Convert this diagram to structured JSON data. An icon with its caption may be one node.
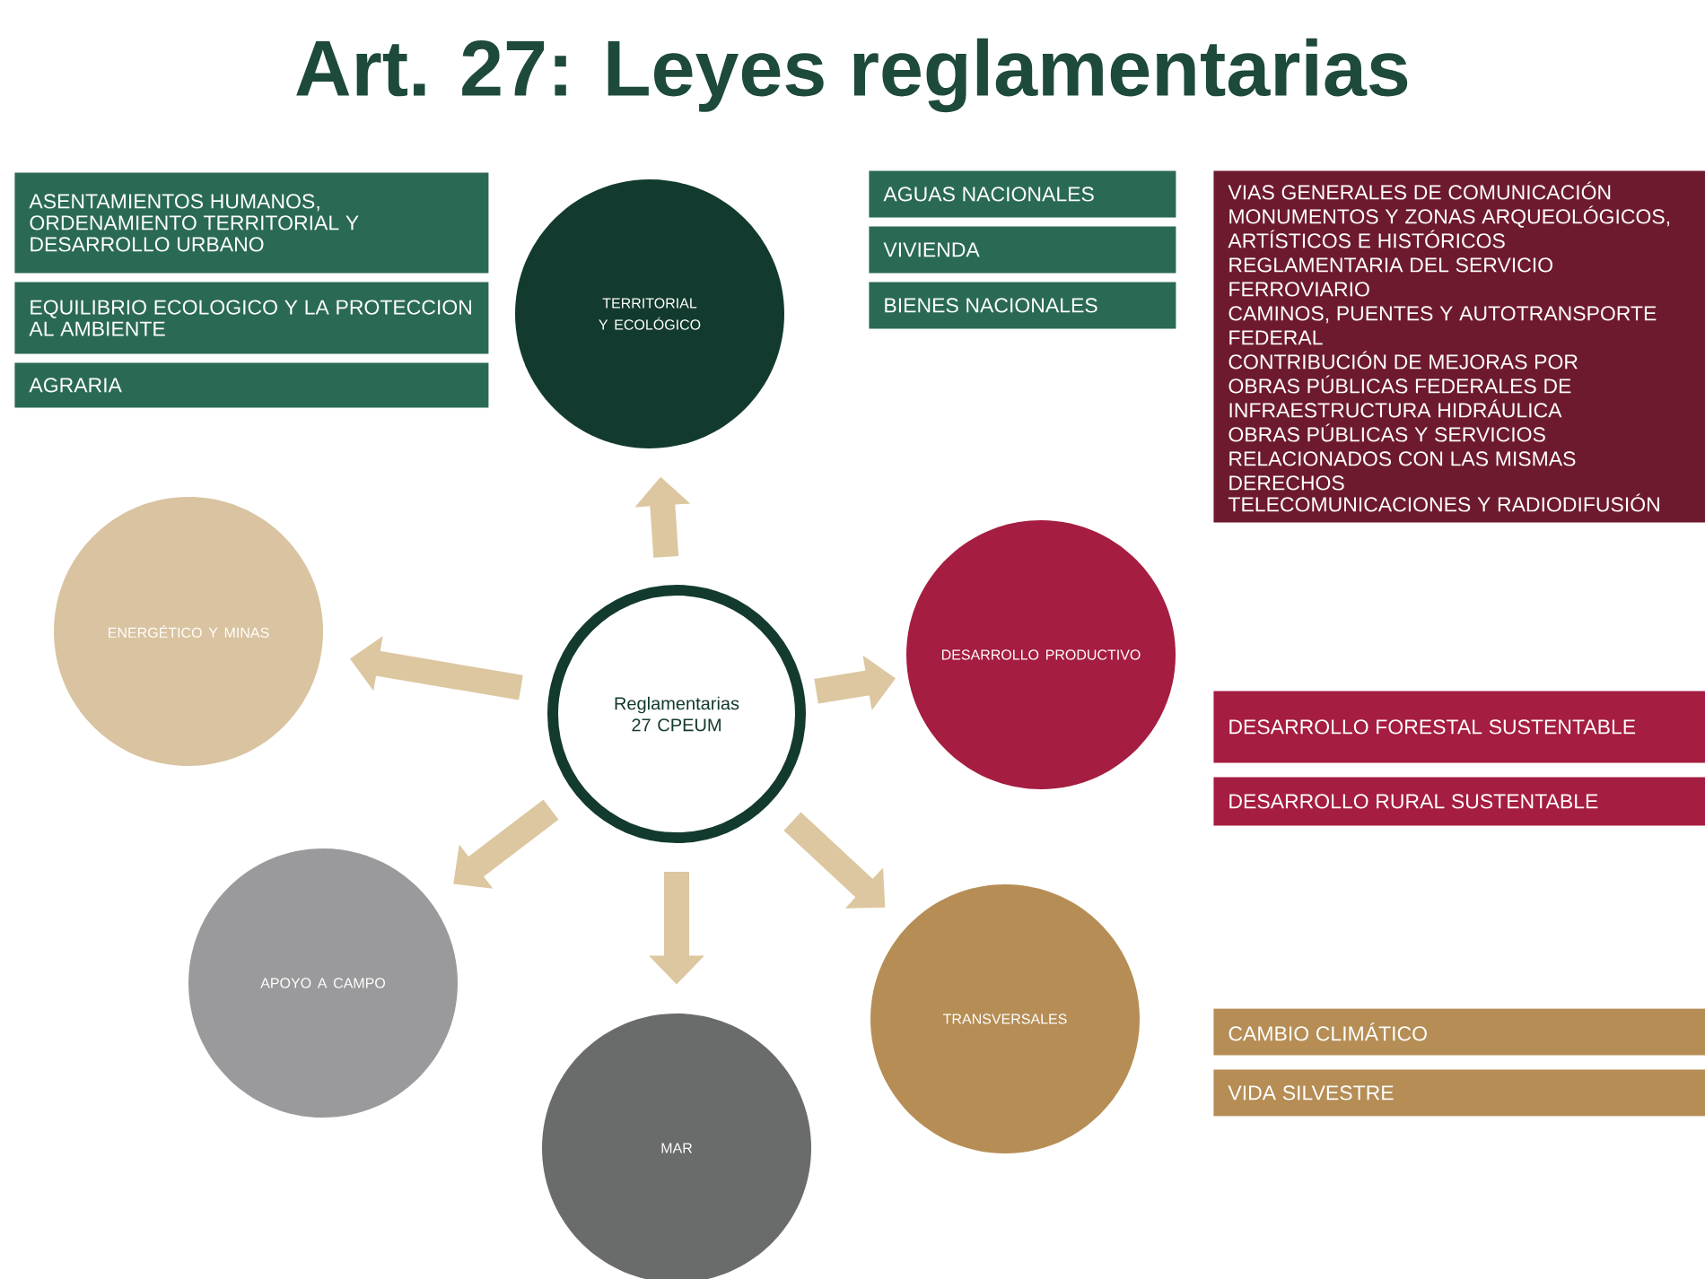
{
  "diagram": {
    "title": "Art. 27: Leyes reglamentarias",
    "nodes": [
      {
        "text": [
          "Reglamentarias 27 CPEUM"
        ]
      },
      {
        "text": [
          "TERRITORIAL Y ECOLÓGICO"
        ]
      },
      {
        "text": [
          "DESARROLLO PRODUCTIVO"
        ]
      },
      {
        "text": [
          "TRANSVERSALES"
        ]
      },
      {
        "text": [
          "MAR"
        ]
      },
      {
        "text": [
          "APOYO A CAMPO"
        ]
      },
      {
        "text": [
          "ENERGÉTICO Y MINAS"
        ]
      },
      {
        "text": [
          "ASENTAMIENTOS HUMANOS, ORDENAMIENTO TERRITORIAL Y DESARROLLO URBANO"
        ]
      },
      {
        "text": [
          "EQUILIBRIO ECOLOGICO Y LA PROTECCION AL AMBIENTE"
        ]
      },
      {
        "text": [
          "AGRARIA"
        ]
      },
      {
        "text": [
          "AGUAS NACIONALES"
        ]
      },
      {
        "text": [
          "VIVIENDA"
        ]
      },
      {
        "text": [
          "BIENES NACIONALES"
        ]
      },
      {
        "text": [
          "VIAS GENERALES DE COMUNICACIÓN",
          "MONUMENTOS Y ZONAS ARQUEOLÓGICOS, ARTÍSTICOS E HISTÓRICOS",
          "REGLAMENTARIA DEL SERVICIO FERROVIARIO",
          "CAMINOS, PUENTES Y AUTOTRANSPORTE FEDERAL",
          "CONTRIBUCIÓN DE MEJORAS POR OBRAS PÚBLICAS FEDERALES DE INFRAESTRUCTURA HIDRÁULICA",
          "OBRAS PÚBLICAS Y SERVICIOS RELACIONADOS CON LAS MISMAS",
          "DERECHOS",
          "TELECOMUNICACIONES Y RADIODIFUSIÓN"
        ]
      },
      {
        "text": [
          "DESARROLLO FORESTAL SUSTENTABLE"
        ]
      },
      {
        "text": [
          "DESARROLLO RURAL SUSTENTABLE"
        ]
      },
      {
        "text": [
          "CAMBIO CLIMÁTICO"
        ]
      },
      {
        "text": [
          "VIDA SILVESTRE"
        ]
      }
    ],
    "edges": [
      {
        "from": 0,
        "to": 1,
        "arrow": "to"
      },
      {
        "from": 0,
        "to": 2,
        "arrow": "to"
      },
      {
        "from": 0,
        "to": 3,
        "arrow": "to"
      },
      {
        "from": 0,
        "to": 4,
        "arrow": "to"
      },
      {
        "from": 0,
        "to": 5,
        "arrow": "to"
      },
      {
        "from": 0,
        "to": 6,
        "arrow": "to"
      }
    ]
  }
}
